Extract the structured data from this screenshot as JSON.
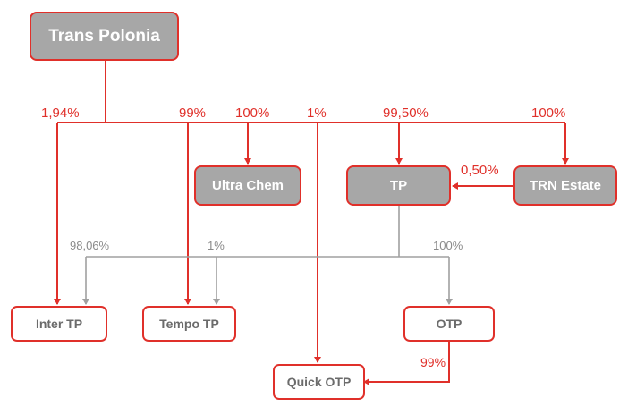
{
  "entities": {
    "trans_polonia": "Trans Polonia",
    "ultra_chem": "Ultra Chem",
    "tp": "TP",
    "trn_estate": "TRN Estate",
    "inter_tp": "Inter TP",
    "tempo_tp": "Tempo TP",
    "otp": "OTP",
    "quick_otp": "Quick OTP"
  },
  "ownership": {
    "tp_to_inter_tp": "1,94%",
    "tp_to_tempo_tp": "99%",
    "tp_to_ultra_chem": "100%",
    "tp_to_quick_otp": "1%",
    "tp_to_tp": "99,50%",
    "tp_to_trn_estate": "100%",
    "trn_estate_to_tp": "0,50%",
    "tpco_to_inter_tp": "98,06%",
    "tpco_to_tempo_tp": "1%",
    "tpco_to_otp": "100%",
    "otp_to_quick_otp": "99%"
  },
  "colors": {
    "accent_red": "#e0302a",
    "secondary_gray": "#a0a0a0",
    "node_gray_fill": "#a7a7a7"
  }
}
